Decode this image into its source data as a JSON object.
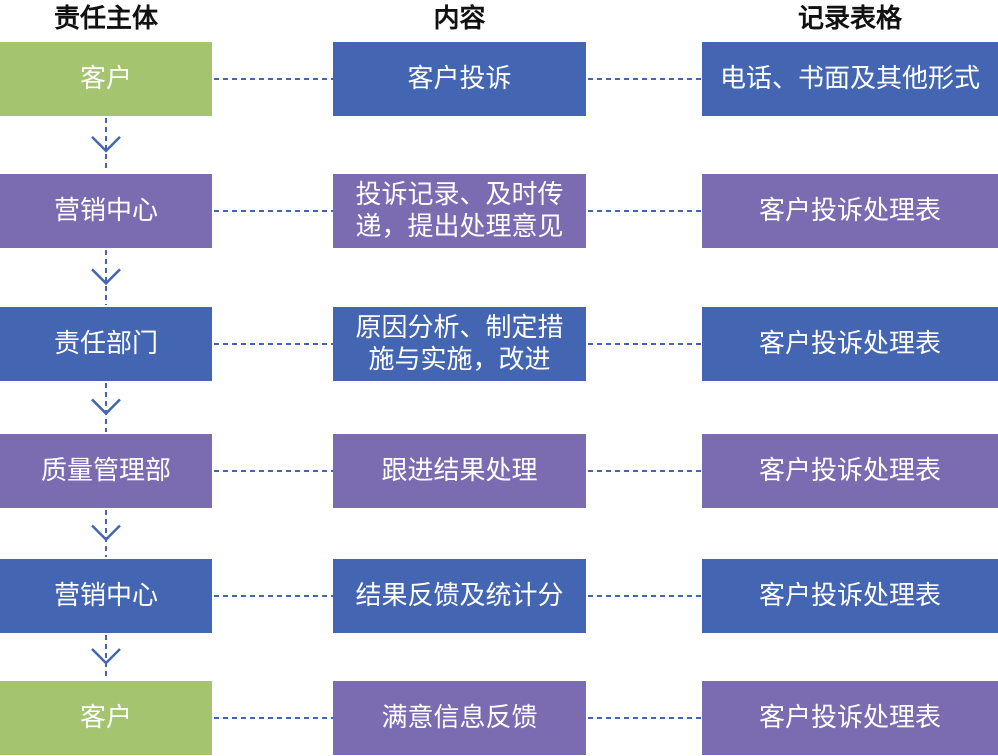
{
  "headers": [
    "责任主体",
    "内容",
    "记录表格"
  ],
  "rows": [
    {
      "subject": "客户",
      "content": "客户投诉",
      "record": "电话、书面及其他形式",
      "subject_color": "green",
      "content_color": "blue",
      "record_color": "blue"
    },
    {
      "subject": "营销中心",
      "content": "投诉记录、及时传递，提出处理意见",
      "record": "客户投诉处理表",
      "subject_color": "purple",
      "content_color": "purple",
      "record_color": "purple"
    },
    {
      "subject": "责任部门",
      "content": "原因分析、制定措施与实施，改进",
      "record": "客户投诉处理表",
      "subject_color": "blue",
      "content_color": "blue",
      "record_color": "blue"
    },
    {
      "subject": "质量管理部",
      "content": "跟进结果处理",
      "record": "客户投诉处理表",
      "subject_color": "purple",
      "content_color": "purple",
      "record_color": "purple"
    },
    {
      "subject": "营销中心",
      "content": "结果反馈及统计分",
      "record": "客户投诉处理表",
      "subject_color": "blue",
      "content_color": "blue",
      "record_color": "blue"
    },
    {
      "subject": "客户",
      "content": "满意信息反馈",
      "record": "客户投诉处理表",
      "subject_color": "green",
      "content_color": "purple",
      "record_color": "purple"
    }
  ],
  "colors": {
    "green": "#a5c46f",
    "blue": "#4466b2",
    "purple": "#7b6cb1",
    "connector": "#4466b2"
  }
}
